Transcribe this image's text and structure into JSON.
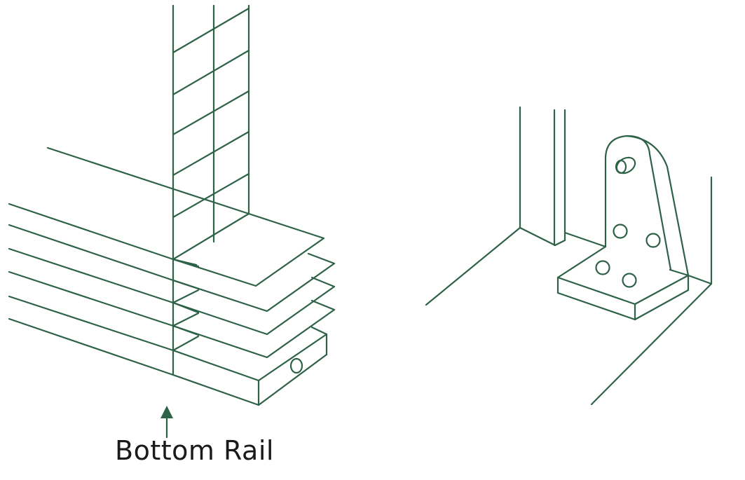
{
  "colors": {
    "line": "#2e6247",
    "background": "#ffffff"
  },
  "blind_diagram": {
    "callout_label": "Bottom Rail",
    "callout_icon": "arrow-up-icon"
  },
  "bracket_diagram": {
    "components": [
      "window-frame",
      "window-sill",
      "l-bracket"
    ]
  }
}
